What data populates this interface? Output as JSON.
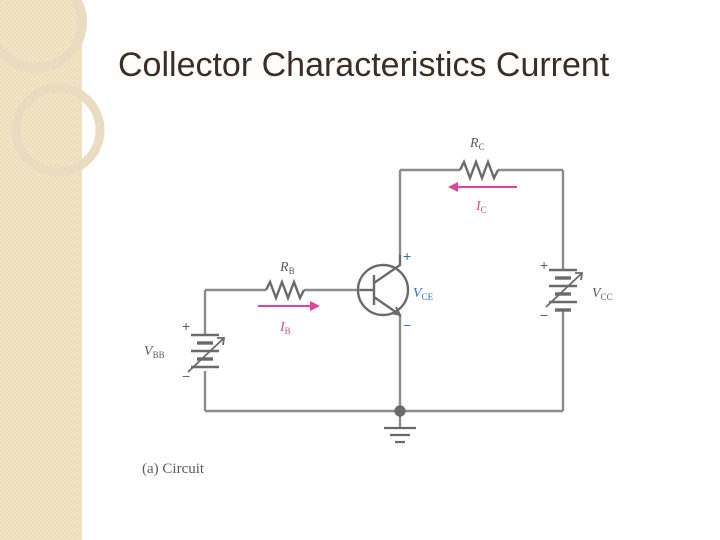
{
  "title": "Collector Characteristics Current",
  "circuit": {
    "caption": "(a) Circuit",
    "labels": {
      "rc": "R",
      "rc_sub": "C",
      "rb": "R",
      "rb_sub": "B",
      "ic": "I",
      "ic_sub": "C",
      "ib": "I",
      "ib_sub": "B",
      "vce": "V",
      "vce_sub": "CE",
      "vcc": "V",
      "vcc_sub": "CC",
      "vbb": "V",
      "vbb_sub": "BB",
      "plus": "+",
      "minus": "−"
    },
    "colors": {
      "wire": "#8c8c8c",
      "current_arrow": "#e0459a",
      "polarity": "#2f6fc0"
    }
  }
}
